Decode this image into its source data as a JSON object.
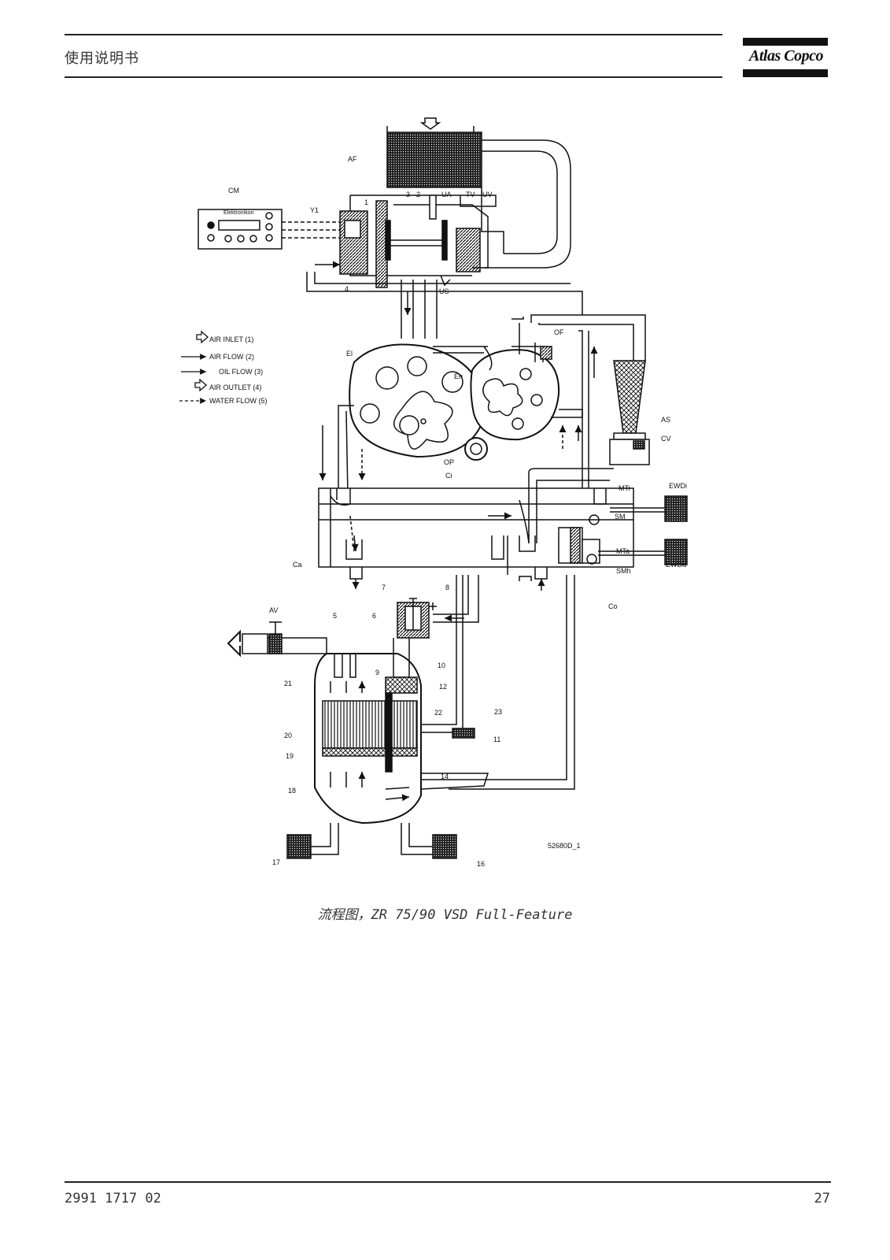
{
  "header": {
    "title": "使用说明书",
    "brand": "Atlas Copco"
  },
  "figure": {
    "caption": "流程图，ZR 75/90 VSD Full-Feature",
    "drawing_id": "52680D_1",
    "controller_name": "Elektronikon",
    "legend": [
      {
        "label": "AIR INLET (1)"
      },
      {
        "label": "AIR FLOW (2)"
      },
      {
        "label": "OIL FLOW (3)"
      },
      {
        "label": "AIR OUTLET (4)"
      },
      {
        "label": "WATER FLOW (5)"
      }
    ],
    "labels": [
      "AF",
      "CM",
      "Y1",
      "1",
      "3",
      "2",
      "UA",
      "TV",
      "UV",
      "4",
      "US",
      "OF",
      "El",
      "Eh",
      "AS",
      "CV",
      "OP",
      "Ci",
      "MTi",
      "SM",
      "EWDi",
      "MTa",
      "SMh",
      "EWDa",
      "Ca",
      "Co",
      "7",
      "8",
      "AV",
      "5",
      "6",
      "10",
      "9",
      "21",
      "12",
      "20",
      "22",
      "23",
      "11",
      "19",
      "14",
      "18",
      "17",
      "16"
    ]
  },
  "footer": {
    "doc_number": "2991 1717 02",
    "page_number": "27"
  }
}
